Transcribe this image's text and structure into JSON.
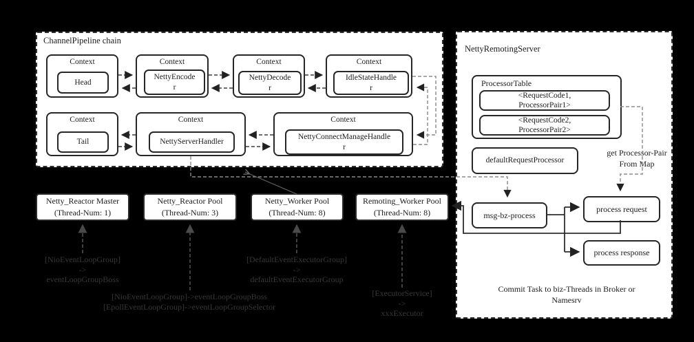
{
  "pipeline": {
    "title": "ChannelPipeline chain",
    "contexts": [
      {
        "title": "Context",
        "lines": [
          "Head"
        ]
      },
      {
        "title": "Context",
        "lines": [
          "NettyEncode",
          "r"
        ]
      },
      {
        "title": "Context",
        "lines": [
          "NettyDecode",
          "r"
        ]
      },
      {
        "title": "Context",
        "lines": [
          "IdleStateHandle",
          "r"
        ]
      },
      {
        "title": "Context",
        "lines": [
          "Tail"
        ]
      },
      {
        "title": "Context",
        "lines": [
          "NettyServerHandler"
        ]
      },
      {
        "title": "Context",
        "lines": [
          "NettyConnectManageHandle",
          "r"
        ]
      }
    ]
  },
  "pools": [
    {
      "name": "Netty_Reactor Master",
      "threads": "(Thread-Num: 1)",
      "note_lines": [
        "[NioEventLoopGroup]",
        "->",
        "eventLoopGroupBoss"
      ]
    },
    {
      "name": "Netty_Reactor Pool",
      "threads": "(Thread-Num: 3)",
      "note_lines": [
        "[NioEventLoopGroup]->eventLoopGroupBoss",
        "[EpollEventLoopGroup]->eventLoopGroupSelector"
      ]
    },
    {
      "name": "Netty_Worker Pool",
      "threads": "(Thread-Num: 8)",
      "note_lines": [
        "[DefaultEventExecutorGroup]",
        "->",
        "defaultEventExecutorGroup"
      ]
    },
    {
      "name": "Remoting_Worker Pool",
      "threads": "(Thread-Num: 8)",
      "note_lines": [
        "[ExecutorService]",
        "->",
        "xxxExecutor"
      ]
    }
  ],
  "server": {
    "title": "NettyRemotingServer",
    "processor_table": {
      "title": "ProcessorTable",
      "entries": [
        {
          "lines": [
            "<RequestCode1,",
            "ProcessorPair1>"
          ]
        },
        {
          "lines": [
            "<RequestCode2,",
            "ProcessorPair2>"
          ]
        }
      ]
    },
    "default_processor": "defaultRequestProcessor",
    "get_pair_note_lines": [
      "get Processor-Pair",
      "From Map"
    ],
    "msg_process": "msg-bz-process",
    "process_request": "process request",
    "process_response": "process response",
    "commit_note_lines": [
      "Commit Task to biz-Threads in Broker or",
      "Namesrv"
    ]
  },
  "colors": {
    "background": "#000000",
    "box_fill": "#ffffff",
    "box_border": "#2b2b2b",
    "dark_line": "#2e2e2e",
    "gray_dash": "#8a8a8a",
    "note_text": "#383838"
  }
}
